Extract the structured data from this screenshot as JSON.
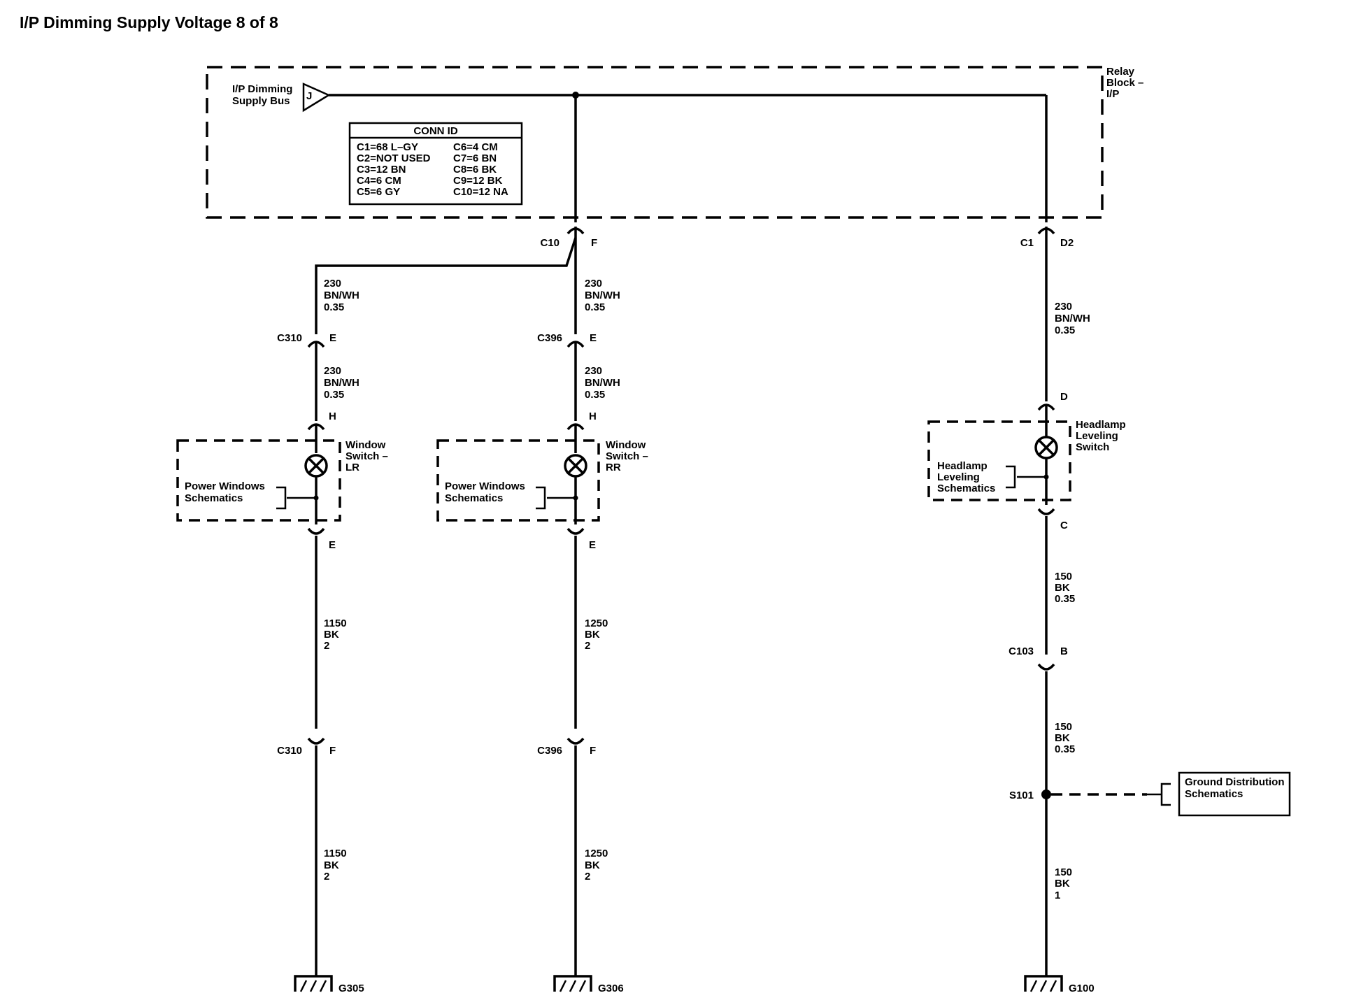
{
  "title": "I/P Dimming Supply Voltage 8 of 8",
  "relay_block": {
    "name_lines": [
      "Relay",
      "Block –",
      "I/P"
    ],
    "bus_label_lines": [
      "I/P Dimming",
      "Supply Bus"
    ],
    "bus_pin": "J"
  },
  "conn_id": {
    "header": "CONN ID",
    "left": [
      "C1=68 L–GY",
      "C2=NOT USED",
      "C3=12 BN",
      "C4=6 CM",
      "C5=6 GY"
    ],
    "right": [
      "C6=4 CM",
      "C7=6 BN",
      "C8=6 BK",
      "C9=12 BK",
      "C10=12 NA"
    ]
  },
  "connectors": {
    "c10_f": {
      "conn": "C10",
      "pin": "F"
    },
    "c1_d2": {
      "conn": "C1",
      "pin": "D2"
    },
    "c310_e": {
      "conn": "C310",
      "pin": "E"
    },
    "c396_e": {
      "conn": "C396",
      "pin": "E"
    },
    "lr_h": {
      "pin": "H"
    },
    "rr_h": {
      "pin": "H"
    },
    "lr_e": {
      "pin": "E"
    },
    "rr_e": {
      "pin": "E"
    },
    "c310_f": {
      "conn": "C310",
      "pin": "F"
    },
    "c396_f": {
      "conn": "C396",
      "pin": "F"
    },
    "hl_d": {
      "pin": "D"
    },
    "hl_c": {
      "pin": "C"
    },
    "c103_b": {
      "conn": "C103",
      "pin": "B"
    }
  },
  "wires": {
    "lr_upper": [
      "230",
      "BN/WH",
      "0.35"
    ],
    "lr_mid": [
      "230",
      "BN/WH",
      "0.35"
    ],
    "lr_lower": [
      "1150",
      "BK",
      "2"
    ],
    "lr_ground": [
      "1150",
      "BK",
      "2"
    ],
    "rr_upper": [
      "230",
      "BN/WH",
      "0.35"
    ],
    "rr_mid": [
      "230",
      "BN/WH",
      "0.35"
    ],
    "rr_lower": [
      "1250",
      "BK",
      "2"
    ],
    "rr_ground": [
      "1250",
      "BK",
      "2"
    ],
    "hl_upper": [
      "230",
      "BN/WH",
      "0.35"
    ],
    "hl_lower": [
      "150",
      "BK",
      "0.35"
    ],
    "hl_mid": [
      "150",
      "BK",
      "0.35"
    ],
    "hl_ground": [
      "150",
      "BK",
      "1"
    ]
  },
  "components": {
    "window_lr": {
      "name_lines": [
        "Window",
        "Switch –",
        "LR"
      ],
      "ref_lines": [
        "Power Windows",
        "Schematics"
      ]
    },
    "window_rr": {
      "name_lines": [
        "Window",
        "Switch –",
        "RR"
      ],
      "ref_lines": [
        "Power Windows",
        "Schematics"
      ]
    },
    "headlamp": {
      "name_lines": [
        "Headlamp",
        "Leveling",
        "Switch"
      ],
      "ref_lines": [
        "Headlamp",
        "Leveling",
        "Schematics"
      ]
    }
  },
  "splice": {
    "label": "S101"
  },
  "ground_ref": {
    "lines": [
      "Ground Distribution",
      "Schematics"
    ]
  },
  "grounds": {
    "lr": "G305",
    "rr": "G306",
    "hl": "G100"
  }
}
